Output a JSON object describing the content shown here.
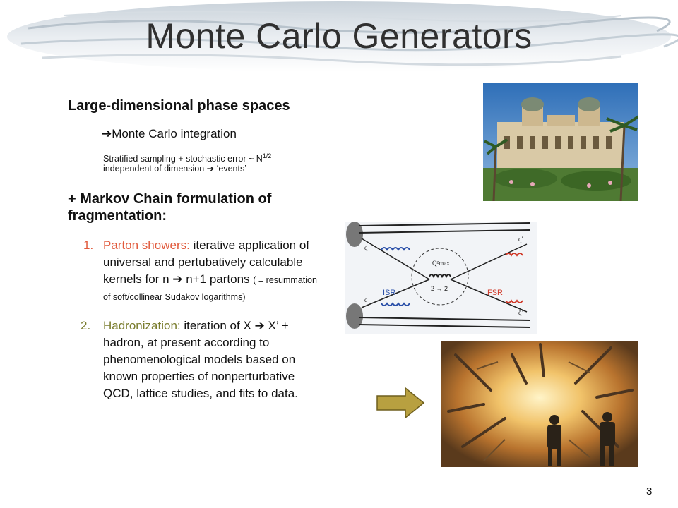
{
  "slide": {
    "title": "Monte Carlo Generators",
    "page_number": "3",
    "heading1": "Large-dimensional phase spaces",
    "arrow_line": "Monte Carlo integration",
    "note_line1_pre": "Stratified sampling + stochastic error ~ N",
    "note_sup": "1/2",
    "note_line2": "independent of dimension",
    "note_line2_post": "‘events’",
    "heading2": "+ Markov Chain formulation of fragmentation:",
    "item1_num": "1.",
    "item1_title": "Parton showers:",
    "item1_text": "iterative application of universal and pertubatively calculable kernels for n",
    "item1_text2": "n+1 partons",
    "item1_small": "( = resummation of soft/collinear Sudakov logarithms)",
    "item2_num": "2.",
    "item2_title": "Hadronization:",
    "item2_text": "iteration of X",
    "item2_text2": "X’ + hadron, at present according to phenomenological models based on known properties of nonperturbative QCD, lattice studies, and fits to data."
  },
  "diagram": {
    "label_q_top": "q",
    "label_qbar": "q̄",
    "label_qprime_top": "q′",
    "label_qprime_bottom": "q̄′",
    "label_Q2max": "Q²max",
    "label_2to2": "2 → 2",
    "label_isr": "ISR",
    "label_fsr": "FSR"
  },
  "colors": {
    "red": "#e15a3c",
    "olive": "#7a7d2e",
    "arrow_fill": "#b8a040"
  }
}
